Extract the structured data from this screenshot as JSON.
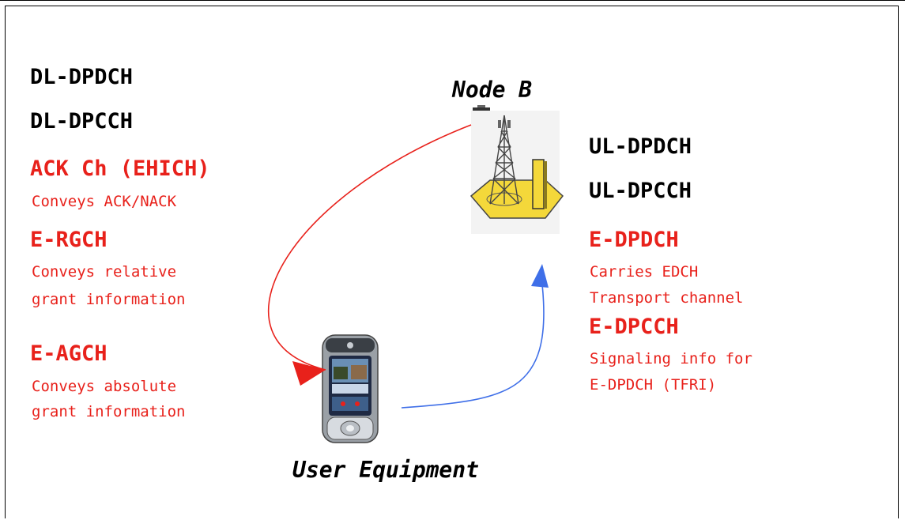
{
  "node_label": "Node B",
  "ue_label": "User Equipment",
  "downlink": {
    "ch1": "DL-DPDCH",
    "ch2": "DL-DPCCH",
    "ack_title": "ACK Ch (EHICH)",
    "ack_desc": "Conveys ACK/NACK",
    "rgch_title": "E-RGCH",
    "rgch_desc1": "Conveys relative",
    "rgch_desc2": "grant information",
    "agch_title": "E-AGCH",
    "agch_desc1": "Conveys absolute",
    "agch_desc2": "grant information"
  },
  "uplink": {
    "ch1": "UL-DPDCH",
    "ch2": "UL-DPCCH",
    "edpdch_title": "E-DPDCH",
    "edpdch_desc1": "Carries EDCH",
    "edpdch_desc2": "Transport channel",
    "edpcch_title": "E-DPCCH",
    "edpcch_desc1": "Signaling info for",
    "edpcch_desc2": "E-DPDCH (TFRI)"
  },
  "colors": {
    "downlink_arrow": "#e8211b",
    "uplink_arrow": "#3f6fe8",
    "highlight_text": "#e8211b"
  }
}
